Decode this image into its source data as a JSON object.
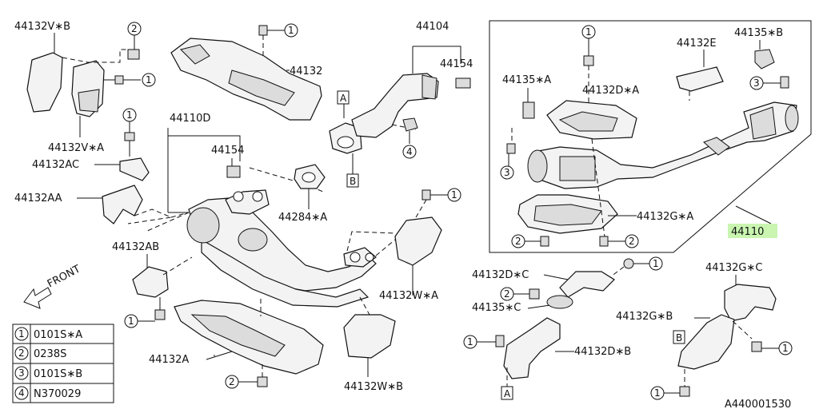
{
  "diagram_id": "A440001530",
  "labels": {
    "p44132V_B": "44132V∗B",
    "p44132V_A": "44132V∗A",
    "p44132AC": "44132AC",
    "p44132AA": "44132AA",
    "p44132AB": "44132AB",
    "p44132": "44132",
    "p44110D": "44110D",
    "p44154_left": "44154",
    "p44284_A": "44284∗A",
    "p44104": "44104",
    "p44154_right": "44154",
    "p44132A": "44132A",
    "p44132W_A": "44132W∗A",
    "p44132W_B": "44132W∗B",
    "p44135_A": "44135∗A",
    "p44132D_A": "44132D∗A",
    "p44132E": "44132E",
    "p44135_B": "44135∗B",
    "p44132G_A": "44132G∗A",
    "p44110": "44110",
    "p44132D_C": "44132D∗C",
    "p44135_C": "44135∗C",
    "p44132D_B": "44132D∗B",
    "p44132G_C": "44132G∗C",
    "p44132G_B": "44132G∗B"
  },
  "markers": {
    "A": "A",
    "B": "B",
    "front": "FRONT"
  },
  "bubbles": {
    "n1": "1",
    "n2": "2",
    "n3": "3",
    "n4": "4"
  },
  "legend": [
    {
      "num": "1",
      "code": "0101S∗A"
    },
    {
      "num": "2",
      "code": "0238S"
    },
    {
      "num": "3",
      "code": "0101S∗B"
    },
    {
      "num": "4",
      "code": "N370029"
    }
  ],
  "highlight_color": "#c9f5b1"
}
